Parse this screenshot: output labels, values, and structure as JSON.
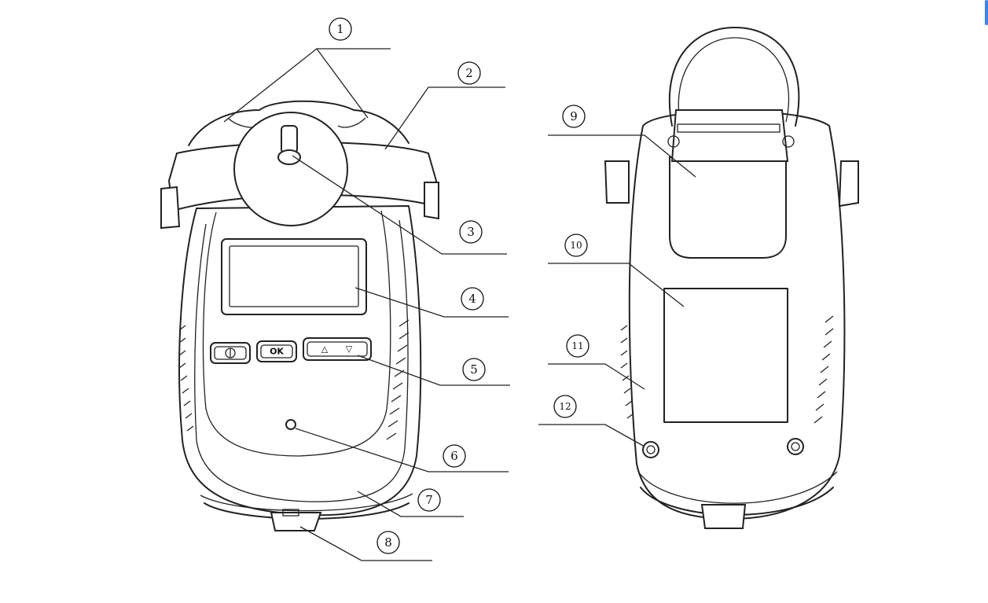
{
  "callouts": {
    "c1": "1",
    "c2": "2",
    "c3": "3",
    "c4": "4",
    "c5": "5",
    "c6": "6",
    "c7": "7",
    "c8": "8",
    "c9": "9",
    "c10": "10",
    "c11": "11",
    "c12": "12"
  },
  "buttons": {
    "ok": "OK",
    "up": "△",
    "down": "▽"
  }
}
